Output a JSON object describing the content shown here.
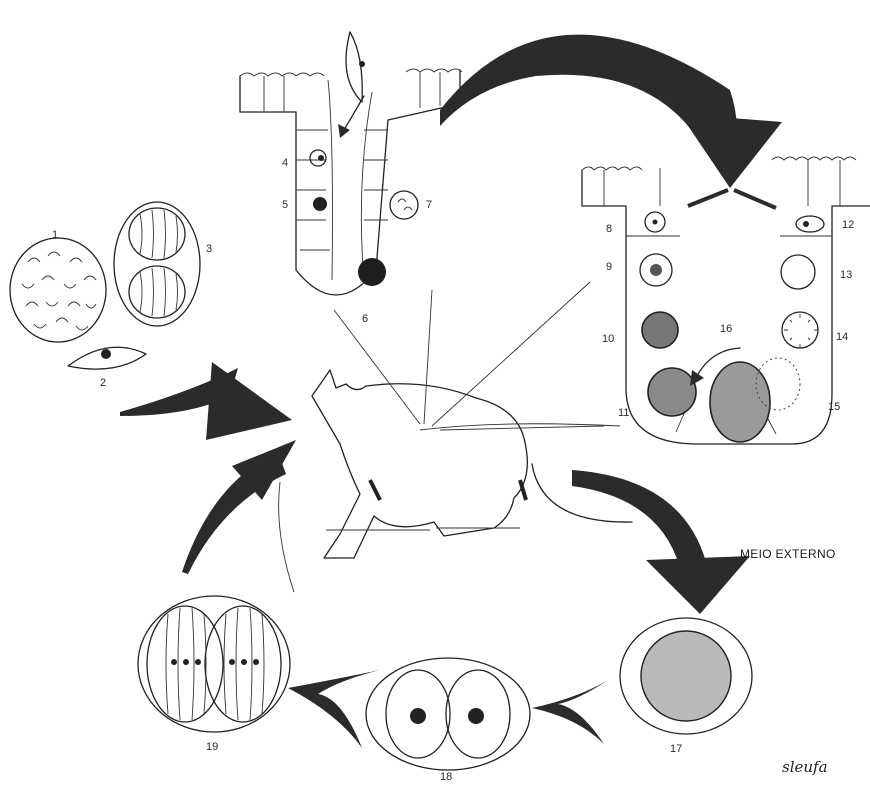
{
  "labels": {
    "n1": "1",
    "n2": "2",
    "n3": "3",
    "n4": "4",
    "n5": "5",
    "n6": "6",
    "n7": "7",
    "n8": "8",
    "n9": "9",
    "n10": "10",
    "n11": "11",
    "n12": "12",
    "n13": "13",
    "n14": "14",
    "n15": "15",
    "n16": "16",
    "n17": "17",
    "n18": "18",
    "n19": "19"
  },
  "external_environment": "MEIO EXTERNO",
  "signature": "sleufa",
  "colors": {
    "ink": "#222222",
    "arrow": "#2b2b2b",
    "paper": "#ffffff"
  }
}
